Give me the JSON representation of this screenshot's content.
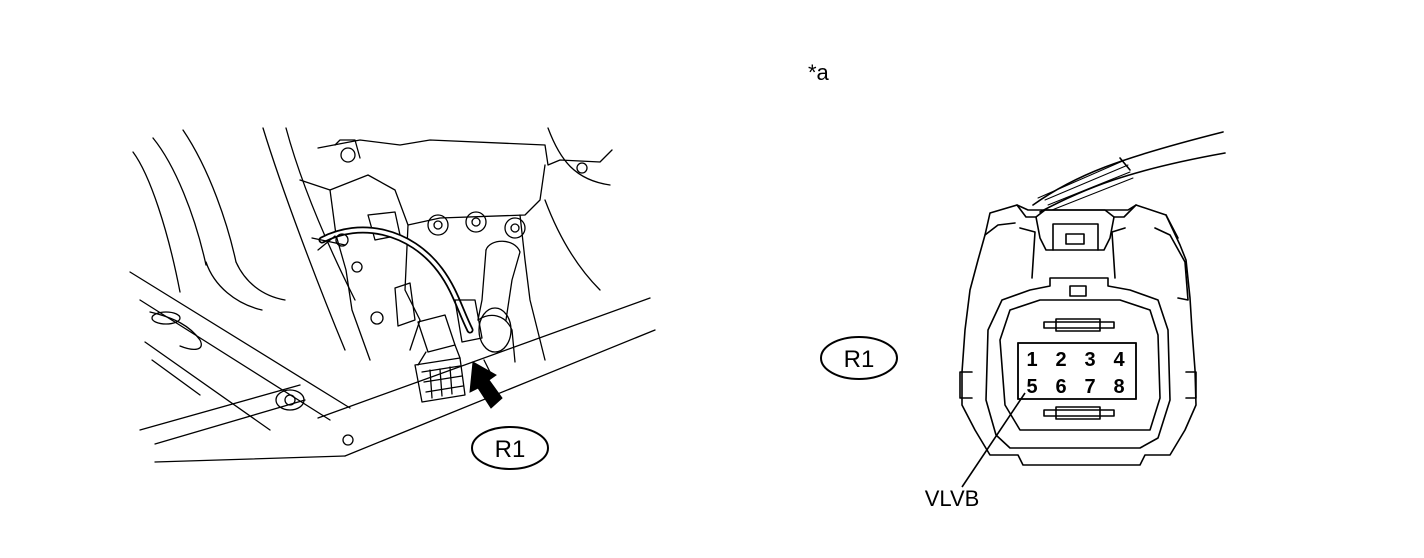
{
  "figure_label": "*a",
  "connector_callouts": {
    "left": "R1",
    "right": "R1"
  },
  "terminal_label": "VLVB",
  "terminals": [
    "1",
    "2",
    "3",
    "4",
    "5",
    "6",
    "7",
    "8"
  ]
}
